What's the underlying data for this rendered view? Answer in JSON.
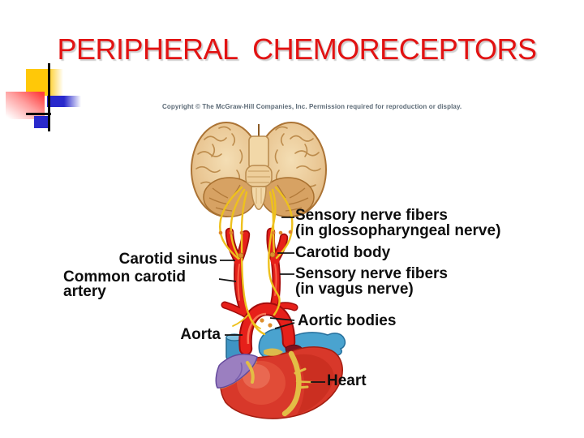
{
  "slide": {
    "title": "PERIPHERAL  CHEMORECEPTORS",
    "copyright": "Copyright © The McGraw-Hill Companies, Inc. Permission required for reproduction or display.",
    "labels": {
      "sensory_glossopharyngeal": {
        "line1": "Sensory nerve fibers",
        "line2": "(in glossopharyngeal nerve)"
      },
      "carotid_sinus": "Carotid sinus",
      "carotid_body": "Carotid body",
      "common_carotid": {
        "line1": "Common carotid",
        "line2": "artery"
      },
      "sensory_vagus": {
        "line1": "Sensory nerve fibers",
        "line2": "(in vagus nerve)"
      },
      "aorta": "Aorta",
      "aortic_bodies": "Aortic bodies",
      "heart": "Heart"
    },
    "colors": {
      "title_red": "#e21313",
      "label_text": "#0d0d0d",
      "artery_red": "#e6201a",
      "nerve_yellow": "#eec11d",
      "brain_tan": "#e9c693",
      "atrium_purple": "#9b7fc0",
      "vessel_blue": "#4aa3cf",
      "accent_yellow": "#ffc808",
      "accent_blue": "#2929cc",
      "accent_red": "#ff4040"
    }
  }
}
